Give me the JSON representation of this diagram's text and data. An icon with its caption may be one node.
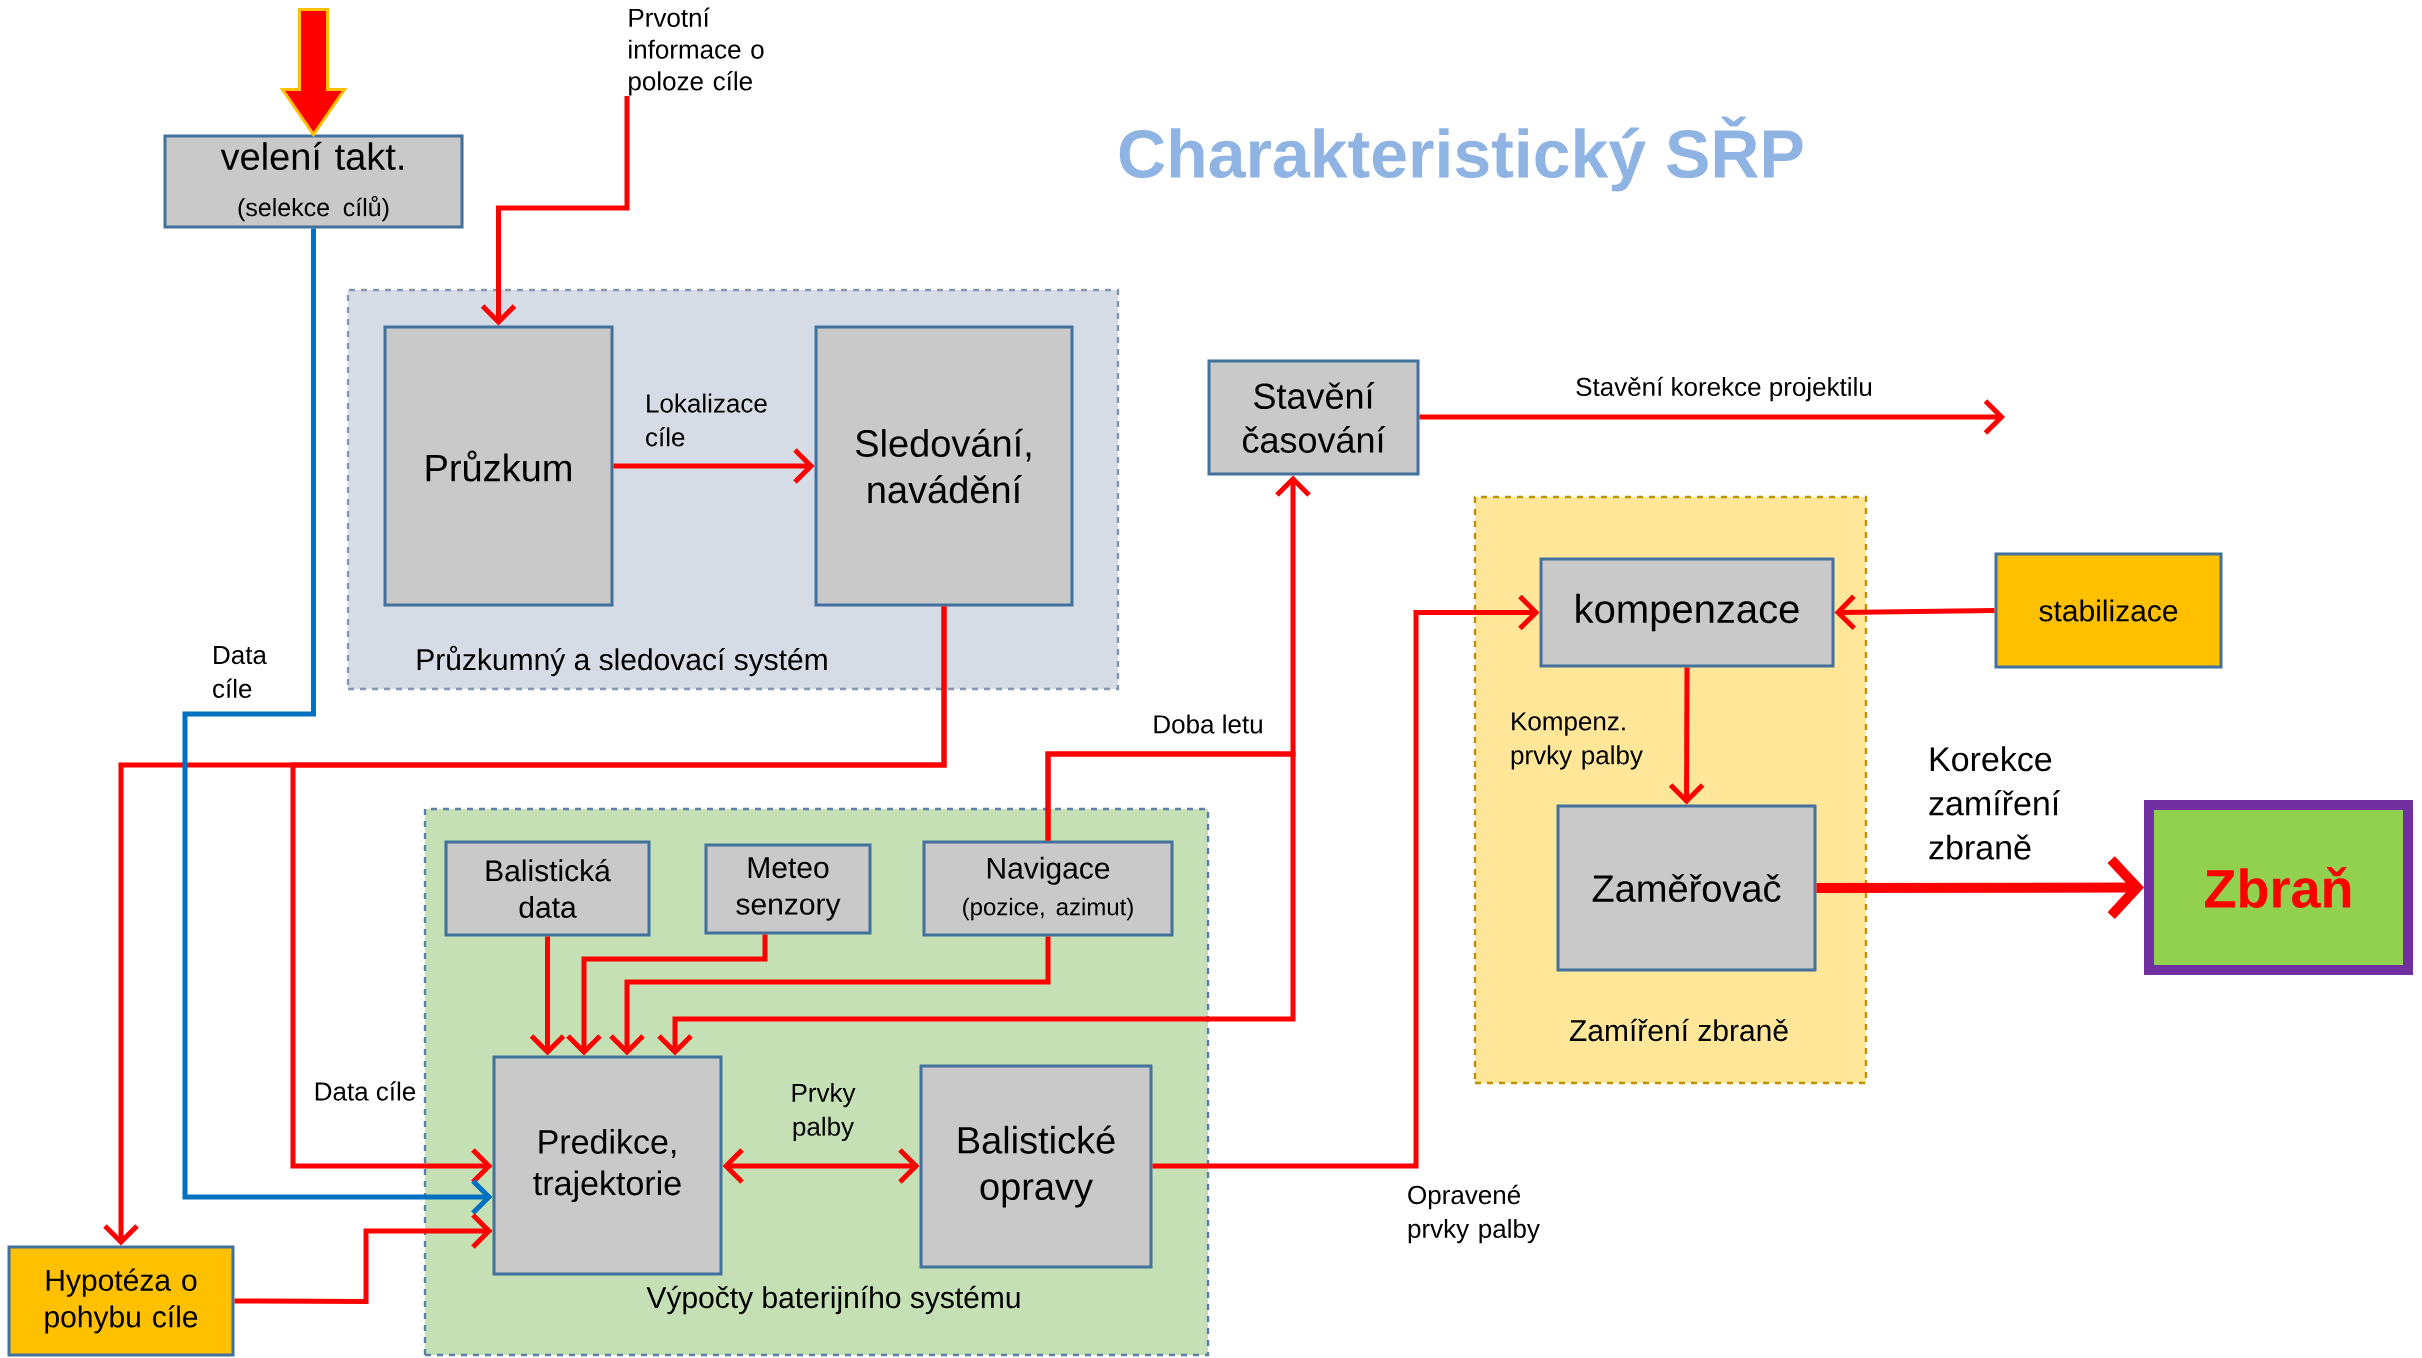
{
  "diagram": {
    "title": "Charakteristický SŘP",
    "nodes": [
      {
        "text": [
          "velení takt.",
          "(selekce cílů)"
        ]
      },
      {
        "text": [
          "Průzkumný a sledovací systém"
        ]
      },
      {
        "text": [
          "Průzkum"
        ],
        "in": 1
      },
      {
        "text": [
          "Sledování, navádění"
        ],
        "in": 1
      },
      {
        "text": [
          "Stavění časování"
        ]
      },
      {
        "text": [
          "Zamíření zbraně"
        ]
      },
      {
        "text": [
          "kompenzace"
        ],
        "in": 5
      },
      {
        "text": [
          "Zaměřovač"
        ],
        "in": 5
      },
      {
        "text": [
          "stabilizace"
        ]
      },
      {
        "text": [
          "Zbraň"
        ]
      },
      {
        "text": [
          "Výpočty baterijního systému"
        ]
      },
      {
        "text": [
          "Balistická data"
        ],
        "in": 10
      },
      {
        "text": [
          "Meteo senzory"
        ],
        "in": 10
      },
      {
        "text": [
          "Navigace",
          "(pozice, azimut)"
        ],
        "in": 10
      },
      {
        "text": [
          "Predikce, trajektorie"
        ],
        "in": 10
      },
      {
        "text": [
          "Balistické opravy"
        ],
        "in": 10
      },
      {
        "text": [
          "Hypotéza o pohybu cíle"
        ]
      },
      {
        "text": [
          "Prvotní informace o poloze cíle"
        ]
      }
    ],
    "edges": [
      {
        "from": null,
        "to": 0,
        "arrow": "to",
        "style": "thick"
      },
      {
        "from": 17,
        "to": 2,
        "arrow": "to"
      },
      {
        "from": 2,
        "to": 3,
        "arrow": "to",
        "label": "Lokalizace cíle"
      },
      {
        "from": 3,
        "to": 16,
        "arrow": "to"
      },
      {
        "from": 3,
        "to": 14,
        "arrow": "to",
        "label": "Data cíle"
      },
      {
        "from": 0,
        "to": 14,
        "arrow": "to",
        "color": "#0070c0",
        "label": "Data cíle"
      },
      {
        "from": 16,
        "to": 14,
        "arrow": "to"
      },
      {
        "from": 11,
        "to": 14,
        "arrow": "to"
      },
      {
        "from": 12,
        "to": 14,
        "arrow": "to"
      },
      {
        "from": 13,
        "to": 14,
        "arrow": "to"
      },
      {
        "from": 13,
        "to": 4,
        "arrow": "to",
        "label": "Doba letu"
      },
      {
        "from": 13,
        "to": 14,
        "arrow": "to"
      },
      {
        "from": 14,
        "to": 15,
        "arrow": "both",
        "label": "Prvky palby"
      },
      {
        "from": 15,
        "to": 6,
        "arrow": "to",
        "label": "Opravené prvky palby"
      },
      {
        "from": 8,
        "to": 6,
        "arrow": "to"
      },
      {
        "from": 6,
        "to": 7,
        "arrow": "to",
        "label": "Kompenz. prvky palby"
      },
      {
        "from": 7,
        "to": 9,
        "arrow": "to",
        "style": "thick",
        "label": "Korekce zamíření zbraně"
      },
      {
        "from": 4,
        "to": null,
        "arrow": "to",
        "label": "Stavění korekce projektilu"
      }
    ]
  }
}
